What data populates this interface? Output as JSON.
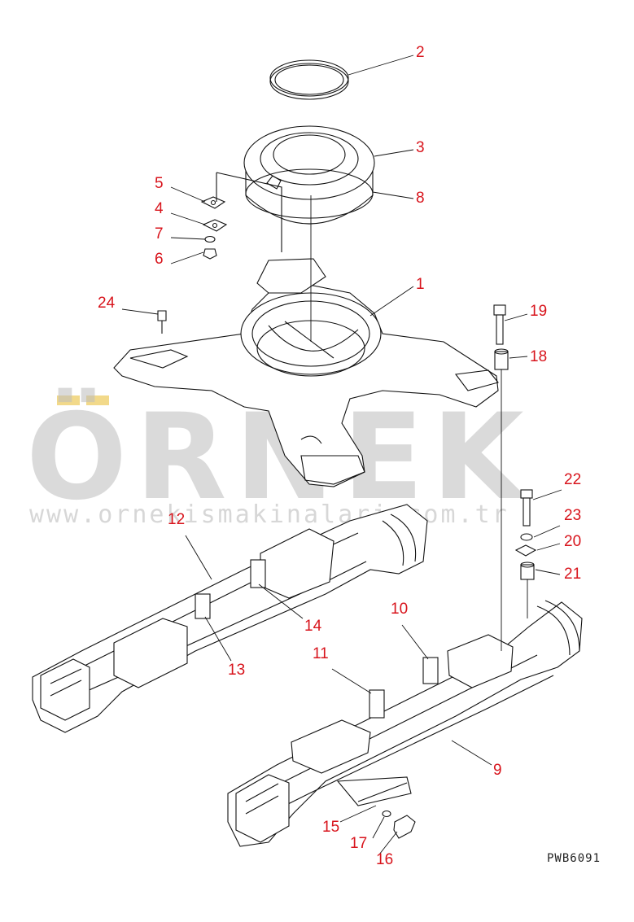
{
  "diagram": {
    "drawing_code": "PWB6091",
    "watermark": {
      "brand": "ÖRNEK",
      "url": "www.ornekismakinalari.com.tr"
    },
    "callouts": [
      {
        "id": "c1",
        "label": "1"
      },
      {
        "id": "c2",
        "label": "2"
      },
      {
        "id": "c3",
        "label": "3"
      },
      {
        "id": "c4",
        "label": "4"
      },
      {
        "id": "c5",
        "label": "5"
      },
      {
        "id": "c6",
        "label": "6"
      },
      {
        "id": "c7",
        "label": "7"
      },
      {
        "id": "c8",
        "label": "8"
      },
      {
        "id": "c9",
        "label": "9"
      },
      {
        "id": "c10",
        "label": "10"
      },
      {
        "id": "c11",
        "label": "11"
      },
      {
        "id": "c12",
        "label": "12"
      },
      {
        "id": "c13",
        "label": "13"
      },
      {
        "id": "c14",
        "label": "14"
      },
      {
        "id": "c15",
        "label": "15"
      },
      {
        "id": "c16",
        "label": "16"
      },
      {
        "id": "c17",
        "label": "17"
      },
      {
        "id": "c18",
        "label": "18"
      },
      {
        "id": "c19",
        "label": "19"
      },
      {
        "id": "c20",
        "label": "20"
      },
      {
        "id": "c21",
        "label": "21"
      },
      {
        "id": "c22",
        "label": "22"
      },
      {
        "id": "c23",
        "label": "23"
      },
      {
        "id": "c24",
        "label": "24"
      }
    ],
    "colors": {
      "callout": "#d8141c",
      "line": "#111111",
      "watermark": "#bdbdbd",
      "watermark_accent": "#f2d98a"
    }
  }
}
